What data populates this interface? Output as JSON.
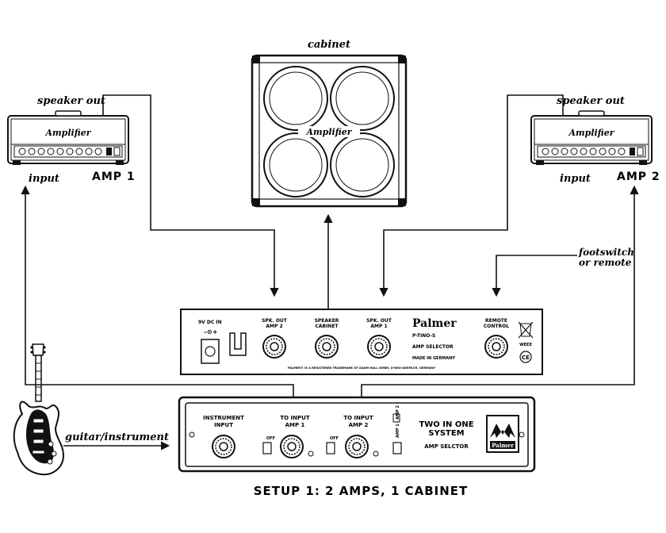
{
  "labels": {
    "cabinet": "cabinet",
    "speaker_out_left": "speaker out",
    "speaker_out_right": "speaker out",
    "input_left": "input",
    "input_right": "input",
    "amp1": "AMP 1",
    "amp2": "AMP 2",
    "footswitch_line1": "footswitch",
    "footswitch_line2": "or remote",
    "guitar": "guitar/instrument",
    "caption": "SETUP 1: 2 AMPS, 1 CABINET"
  },
  "amp_head": {
    "logo": "Amplifier"
  },
  "cabinet": {
    "logo": "Amplifier"
  },
  "rear_panel": {
    "dc_label": "9V DC IN",
    "spk_amp2_line1": "SPK. OUT",
    "spk_amp2_line2": "AMP 2",
    "speaker_cab_line1": "SPEAKER",
    "speaker_cab_line2": "CABINET",
    "spk_amp1_line1": "SPK. OUT",
    "spk_amp1_line2": "AMP 1",
    "brand": "Palmer",
    "model": "P-TINO-S",
    "subtitle": "AMP SELECTOR",
    "made_in": "MADE IN GERMANY",
    "remote_line1": "REMOTE",
    "remote_line2": "CONTROL",
    "weee": "WEEE",
    "footer": "PALMER® IS A REGISTERED TRADEMARK OF ADAM HALL GMBH, D-NEU-ANSPACH, GERMANY"
  },
  "front_panel": {
    "instrument_line1": "INSTRUMENT",
    "instrument_line2": "INPUT",
    "to_amp1_line1": "TO INPUT",
    "to_amp1_line2": "AMP 1",
    "to_amp2_line1": "TO INPUT",
    "to_amp2_line2": "AMP 2",
    "title_line1": "TWO IN ONE",
    "title_line2": "SYSTEM",
    "subtitle": "AMP SELCTOR",
    "brand": "Palmer"
  }
}
